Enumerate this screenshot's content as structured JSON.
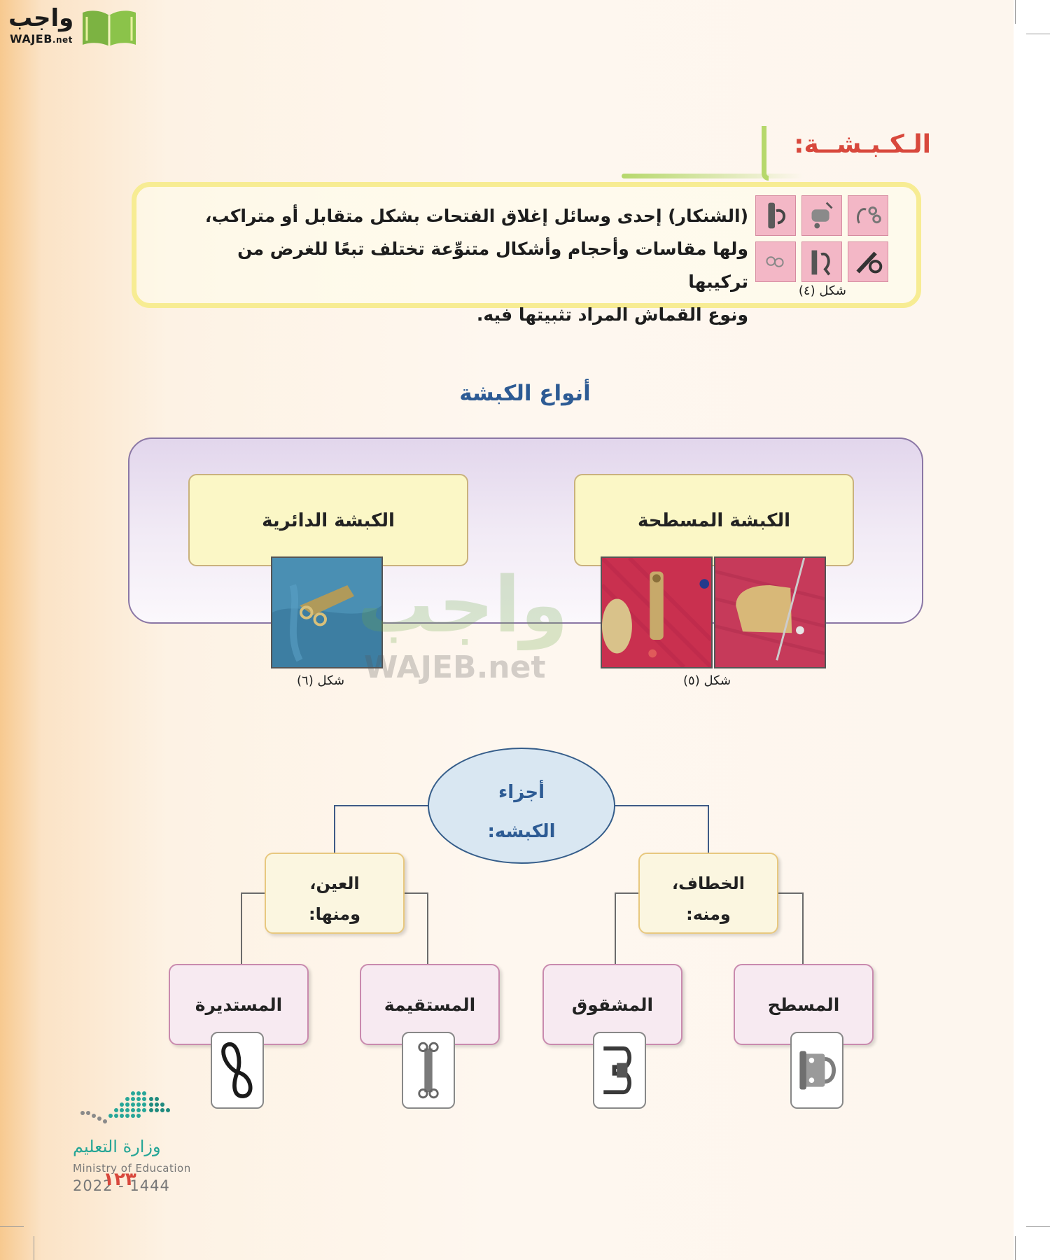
{
  "logo": {
    "arabic": "واجب",
    "latin_main": "WAJEB",
    "latin_tld": ".net"
  },
  "heading": {
    "text": "الـكـبـشــة",
    "colon": ":"
  },
  "definition": {
    "lines": [
      "(الشنكار) إحدى وسائل إغلاق الفتحات بشكل متقابل أو متراكب،",
      "ولها مقاسات وأحجام وأشكال متنوِّعة تختلف تبعًا للغرض من تركيبها",
      "ونوع القماش المراد تثبيتها فيه."
    ],
    "figure_caption": "شكل (٤)"
  },
  "types": {
    "title": "أنواع الكبشة",
    "flat": {
      "label": "الكبشة المسطحة",
      "caption": "شكل (٥)"
    },
    "round": {
      "label": "الكبشة الدائرية",
      "caption": "شكل (٦)"
    }
  },
  "watermark": {
    "arabic": "واجب",
    "latin": "WAJEB.net"
  },
  "parts": {
    "root_line1": "أجزاء",
    "root_line2": "الكبشه:",
    "hook": {
      "line1": "الخطاف،",
      "line2": "ومنه:",
      "children": [
        "المسطح",
        "المشقوق"
      ]
    },
    "eye": {
      "line1": "العين،",
      "line2": "ومنها:",
      "children": [
        "المستقيمة",
        "المستديرة"
      ]
    }
  },
  "ministry": {
    "arabic": "وزارة التعليم",
    "english": "Ministry of Education",
    "year": "2022 - 1444",
    "page_number": "١٢٣"
  },
  "colors": {
    "heading": "#d8483c",
    "title_blue": "#2d5b94",
    "bracket_green": "#b6d86b",
    "box_yellow": "#f7ec93",
    "panel_purple": "#8b77a5",
    "sub_pink": "#c98aae",
    "ministry_teal": "#25a596"
  }
}
